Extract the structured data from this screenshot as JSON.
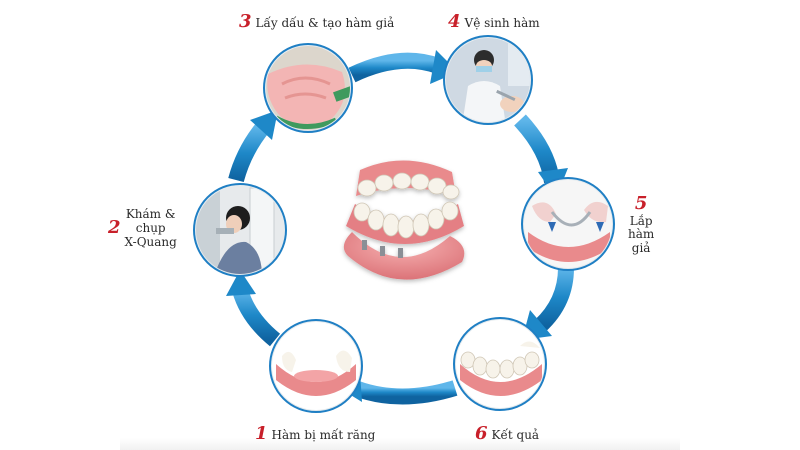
{
  "steps": [
    {
      "number": "1",
      "label": "Hàm bị mất răng"
    },
    {
      "number": "2",
      "label_lines": [
        "Khám &",
        "chụp",
        "X-Quang"
      ]
    },
    {
      "number": "3",
      "label": "Lấy dấu & tạo hàm giả"
    },
    {
      "number": "4",
      "label": "Vệ sinh hàm"
    },
    {
      "number": "5",
      "label_lines": [
        "Lắp",
        "hàm",
        "giả"
      ]
    },
    {
      "number": "6",
      "label": "Kết quả"
    }
  ],
  "colors": {
    "arrow": "#1e88c8",
    "arrow_dark": "#0f63a0",
    "circle_border": "#1f7fc4",
    "number": "#c8202a",
    "gum": "#e98a8c",
    "tooth": "#f7f3ea"
  }
}
